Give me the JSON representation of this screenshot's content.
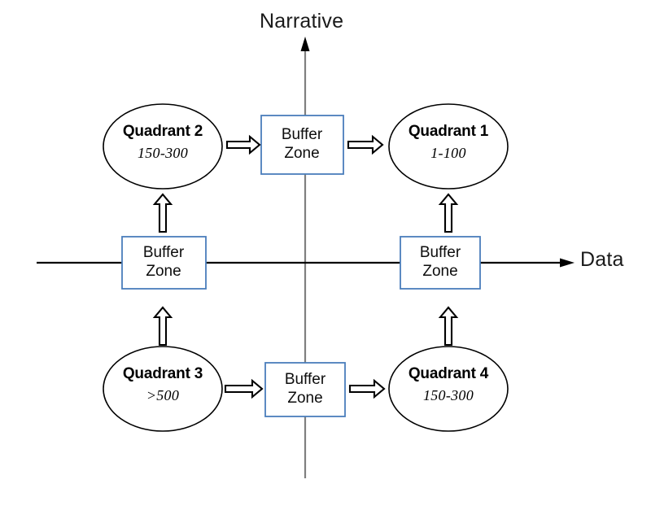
{
  "diagram": {
    "type": "quadrant-buffer-flow",
    "axes": {
      "vertical_label": "Narrative",
      "horizontal_label": "Data",
      "axis_color": "#7f7f7f",
      "arrow_color": "#000000"
    },
    "colors": {
      "buffer_border": "#4a7ebb",
      "buffer_fill": "#ffffff",
      "ellipse_stroke": "#000000",
      "ellipse_fill": "#ffffff",
      "arrow_stroke": "#000000",
      "text": "#000000"
    },
    "quadrants": [
      {
        "id": "q1",
        "title": "Quadrant 1",
        "range": "1-100"
      },
      {
        "id": "q2",
        "title": "Quadrant 2",
        "range": "150-300"
      },
      {
        "id": "q3",
        "title": "Quadrant 3",
        "range": ">500"
      },
      {
        "id": "q4",
        "title": "Quadrant 4",
        "range": "150-300"
      }
    ],
    "buffer_zones": [
      {
        "id": "buffer-top",
        "line1": "Buffer",
        "line2": "Zone"
      },
      {
        "id": "buffer-left",
        "line1": "Buffer",
        "line2": "Zone"
      },
      {
        "id": "buffer-right",
        "line1": "Buffer",
        "line2": "Zone"
      },
      {
        "id": "buffer-bottom",
        "line1": "Buffer",
        "line2": "Zone"
      }
    ]
  }
}
